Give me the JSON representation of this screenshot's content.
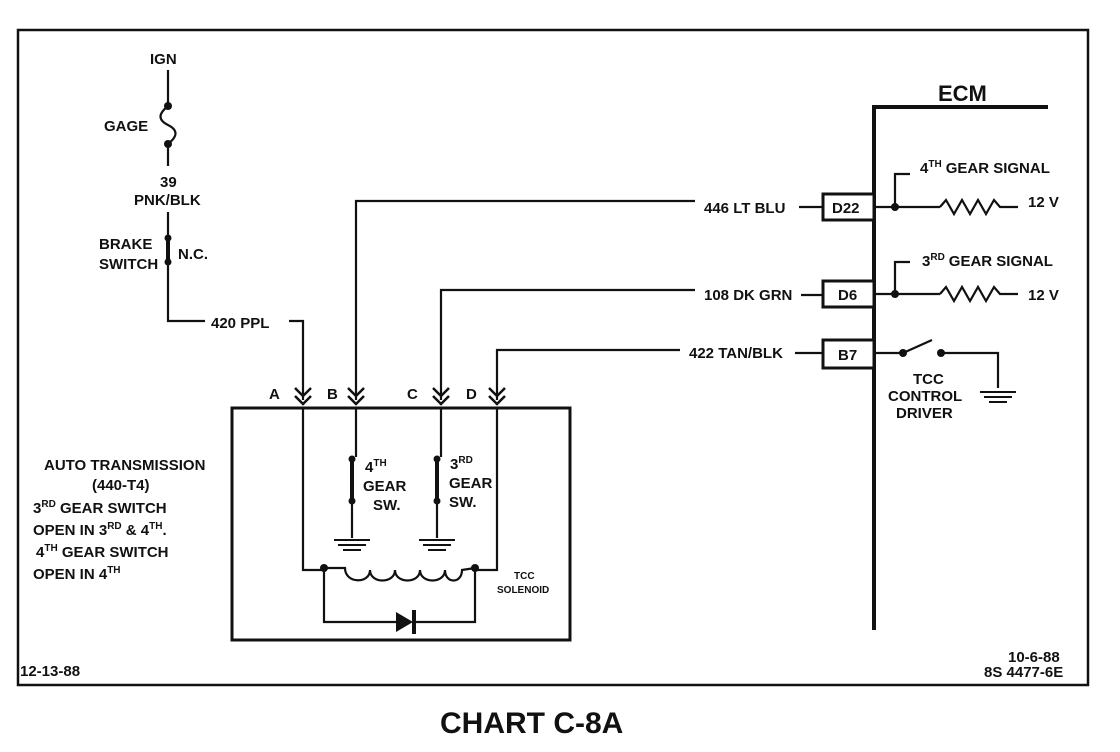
{
  "power": {
    "ign": "IGN",
    "gage": "GAGE",
    "wire_39_num": "39",
    "wire_39_color": "PNK/BLK",
    "brake_1": "BRAKE",
    "brake_2": "SWITCH",
    "nc": "N.C.",
    "wire_420": "420 PPL"
  },
  "ecm": {
    "title": "ECM",
    "sig4_sup": "TH",
    "sig4_rest": "GEAR SIGNAL",
    "sig3_sup": "RD",
    "sig3_rest": "GEAR SIGNAL",
    "v1": "12 V",
    "v2": "12 V",
    "tcc_1": "TCC",
    "tcc_2": "CONTROL",
    "tcc_3": "DRIVER"
  },
  "wires": [
    {
      "circuit": "446 LT BLU",
      "terminal": "D22"
    },
    {
      "circuit": "108 DK GRN",
      "terminal": "D6"
    },
    {
      "circuit": "422 TAN/BLK",
      "terminal": "B7"
    }
  ],
  "connector": {
    "pins": [
      "A",
      "B",
      "C",
      "D"
    ]
  },
  "switches": {
    "g4_num": "4",
    "g4_sup": "TH",
    "g3_num": "3",
    "g3_sup": "RD",
    "gear": "GEAR",
    "sw": "SW."
  },
  "solenoid": {
    "line1": "TCC",
    "line2": "SOLENOID"
  },
  "notes": {
    "title": "AUTO TRANSMISSION",
    "model": "(440-T4)",
    "l1a": "3",
    "l1sup": "RD",
    "l1b": " GEAR SWITCH",
    "l2a": "OPEN IN 3",
    "l2sup1": "RD",
    "l2b": " & 4",
    "l2sup2": "TH",
    "l2c": ".",
    "l3a": "4",
    "l3sup": "TH",
    "l3b": " GEAR SWITCH",
    "l4a": "OPEN IN 4",
    "l4sup": "TH"
  },
  "footer": {
    "date_left": "12-13-88",
    "date_right": "10-6-88",
    "ref": "8S 4477-6E",
    "chart_title": "CHART C-8A"
  }
}
